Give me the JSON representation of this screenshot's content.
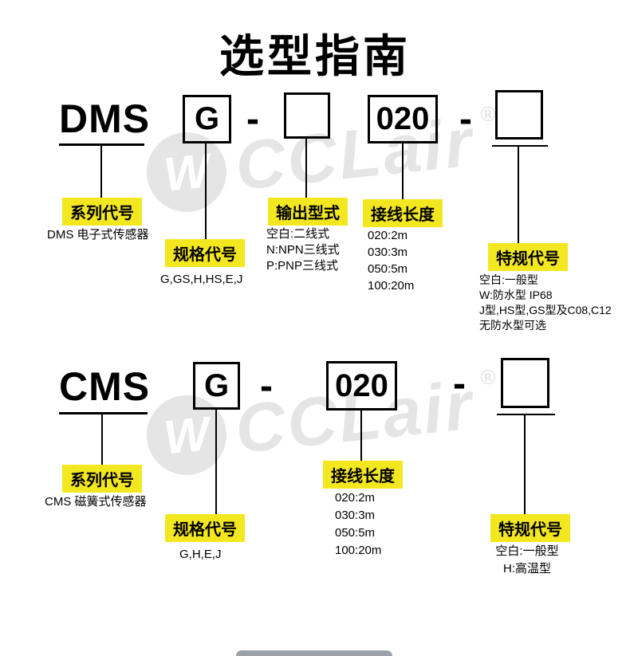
{
  "page": {
    "title": "选型指南"
  },
  "colors": {
    "highlight": "#f3e71f",
    "text": "#000000",
    "watermark": "#e5e5e5"
  },
  "watermark": {
    "brand": "CCLair",
    "logo_glyph": "W",
    "reg": "®"
  },
  "dms": {
    "code": {
      "series": "DMS",
      "spec": "G",
      "dash1": "-",
      "output": "",
      "length": "020",
      "dash2": "-",
      "special": ""
    },
    "series_label": "系列代号",
    "series_desc": "DMS 电子式传感器",
    "spec_label": "规格代号",
    "spec_desc": "G,GS,H,HS,E,J",
    "output_label": "输出型式",
    "output_lines": [
      "空白:二线式",
      "N:NPN三线式",
      "P:PNP三线式"
    ],
    "length_label": "接线长度",
    "length_lines": [
      "020:2m",
      "030:3m",
      "050:5m",
      "100:20m"
    ],
    "special_label": "特规代号",
    "special_lines": [
      "空白:一般型",
      "W:防水型 IP68",
      "J型,HS型,GS型及C08,C12",
      "无防水型可选"
    ]
  },
  "cms": {
    "code": {
      "series": "CMS",
      "spec": "G",
      "dash1": "-",
      "length": "020",
      "dash2": "-",
      "special": ""
    },
    "series_label": "系列代号",
    "series_desc": "CMS 磁簧式传感器",
    "spec_label": "规格代号",
    "spec_desc": "G,H,E,J",
    "length_label": "接线长度",
    "length_lines": [
      "020:2m",
      "030:3m",
      "050:5m",
      "100:20m"
    ],
    "special_label": "特规代号",
    "special_lines": [
      "空白:一般型",
      "H:高温型"
    ]
  }
}
